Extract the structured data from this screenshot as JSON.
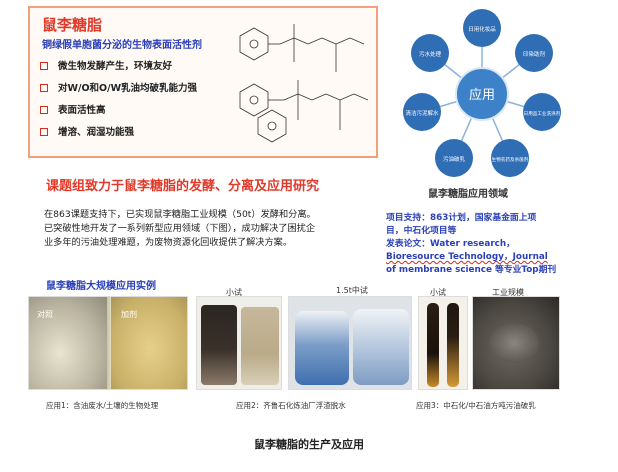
{
  "intro": {
    "title": "鼠李糖脂",
    "subtitle": "铜绿假单胞菌分泌的生物表面活性剂",
    "features": [
      "微生物发酵产生，环境友好",
      "对W/O和O/W乳油均破乳能力强",
      "表面活性高",
      "增溶、润湿功能强"
    ]
  },
  "headline": "课题组致力于鼠李糖脂的发酵、分离及应用研究",
  "description": [
    "在863课题支持下，已实现鼠李糖脂工业规模（50t）发酵和分离。",
    "已突破性地开发了一系列新型应用领域（下图），成功解决了困扰企",
    "业多年的污油处理难题，为废物资源化回收提供了解决方案。"
  ],
  "network": {
    "center": "应用",
    "nodes": [
      "日用化妆品",
      "印染助剂",
      "日用品工业洗涤剂",
      "生物农药及杀菌剂",
      "污油破乳",
      "清洁污泥解水",
      "污水处理"
    ],
    "caption": "鼠李糖脂应用领域",
    "colors": {
      "node": "#2f6db5",
      "center": "#3d82c8",
      "line": "#8ab2dd"
    }
  },
  "project": [
    "项目支持：863计划，国家基金面上项",
    "目，中石化项目等",
    "发表论文：Water research，",
    "Bioresource Technology，Journal",
    "of membrane science 等专业Top期刊"
  ],
  "cases": {
    "title": "鼠李糖脂大规模应用实例",
    "photo_labels": {
      "control": "对照",
      "dosed": "加剂",
      "pilot_small": "小试",
      "pilot_1_5t": "1.5t中试",
      "small_test": "小试",
      "industrial": "工业规模"
    },
    "captions": [
      "应用1：含油废水/土壤的生物处理",
      "应用2：齐鲁石化炼油厂浮渣脱水",
      "应用3：中石化/中石油方吨污油破乳"
    ]
  },
  "bottom_caption": "鼠李糖脂的生产及应用",
  "colors": {
    "accent_red": "#e23a2a",
    "accent_blue": "#2a3fb8",
    "panel_border": "#f2a07a"
  }
}
